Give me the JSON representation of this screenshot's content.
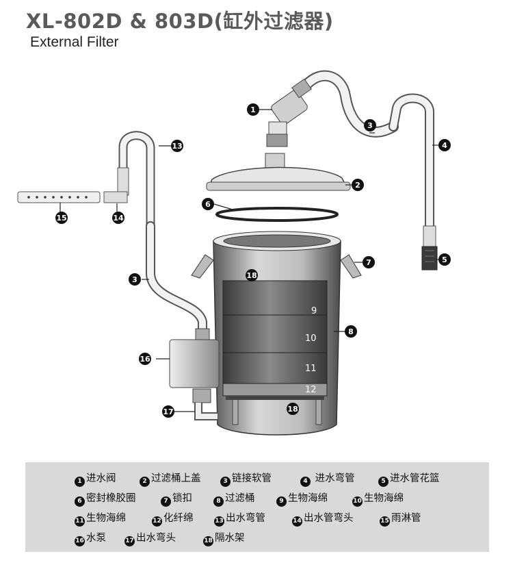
{
  "header": {
    "title": "XL-802D & 803D(缸外过滤器)",
    "subtitle": "External Filter"
  },
  "diagram": {
    "callouts": [
      "1",
      "2",
      "3",
      "4",
      "5",
      "6",
      "7",
      "8",
      "13",
      "14",
      "15",
      "16",
      "17",
      "18",
      "3"
    ],
    "layer_labels": [
      "9",
      "10",
      "11",
      "12",
      "18"
    ]
  },
  "legend": {
    "items": [
      {
        "num": "1",
        "label": "进水阀"
      },
      {
        "num": "2",
        "label": "过滤桶上盖"
      },
      {
        "num": "3",
        "label": "链接软管"
      },
      {
        "num": "4",
        "label": " 进水弯管"
      },
      {
        "num": "5",
        "label": "进水管花篮"
      },
      {
        "num": "6",
        "label": "密封橡胶圈"
      },
      {
        "num": "7",
        "label": "锁扣"
      },
      {
        "num": "8",
        "label": "过滤桶"
      },
      {
        "num": "9",
        "label": "生物海绵"
      },
      {
        "num": "10",
        "label": "生物海绵"
      },
      {
        "num": "11",
        "label": "生物海绵"
      },
      {
        "num": "12",
        "label": "化纤绵"
      },
      {
        "num": "13",
        "label": "出水弯管"
      },
      {
        "num": "14",
        "label": "出水管弯头"
      },
      {
        "num": "15",
        "label": "雨淋管"
      },
      {
        "num": "16",
        "label": "水泵"
      },
      {
        "num": "17",
        "label": "出水弯头"
      },
      {
        "num": "18",
        "label": "隔水架"
      }
    ]
  },
  "colors": {
    "legend_bg": "#d9d9d9",
    "title": "#5a5a5a",
    "callout": "#111111"
  }
}
